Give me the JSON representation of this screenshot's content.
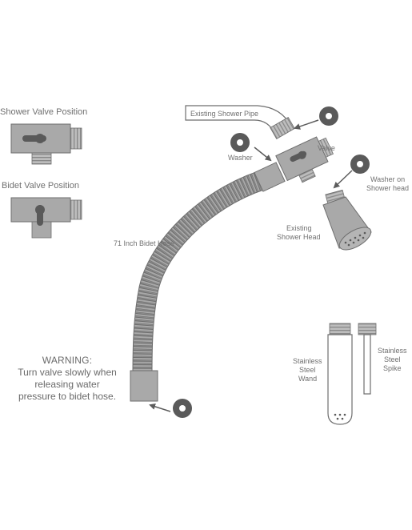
{
  "labels": {
    "shower_valve_position": "Shower Valve Position",
    "bidet_valve_position": "Bidet Valve Position",
    "existing_shower_pipe": "Existing Shower Pipe",
    "washer": "Washer",
    "valve": "Valve",
    "washer_on_shower_head_1": "Washer on",
    "washer_on_shower_head_2": "Shower head",
    "existing_shower_head_1": "Existing",
    "existing_shower_head_2": "Shower Head",
    "bidet_hose": "71 Inch Bidet Hose",
    "wand_1": "Stainless",
    "wand_2": "Steel",
    "wand_3": "Wand",
    "spike_1": "Stainless",
    "spike_2": "Steel",
    "spike_3": "Spike"
  },
  "warning": {
    "title": "WARNING:",
    "line1": "Turn valve slowly when",
    "line2": "releasing water",
    "line3": "pressure to bidet hose."
  },
  "colors": {
    "fill": "#a9a9a9",
    "fill_dark": "#5a5a5a",
    "stroke": "#6e6e6e",
    "text": "#707070"
  }
}
